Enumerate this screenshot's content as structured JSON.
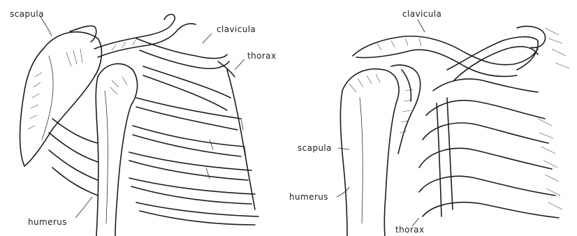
{
  "figure": {
    "left_view": {
      "labels": {
        "scapula": "scapula",
        "clavicula": "clavicula",
        "thorax": "thorax",
        "humerus": "humerus"
      }
    },
    "right_view": {
      "labels": {
        "clavicula": "clavicula",
        "scapula": "scapula",
        "humerus": "humerus",
        "thorax": "thorax"
      }
    }
  }
}
